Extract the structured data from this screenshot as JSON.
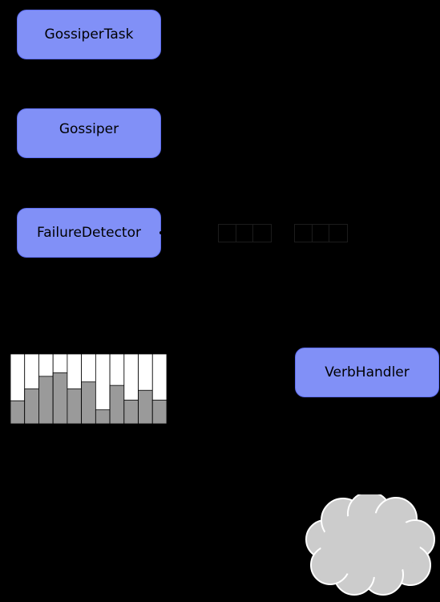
{
  "nodes": {
    "gossiper_task": "GossiperTask",
    "gossiper": "Gossiper",
    "failure_detector": "FailureDetector",
    "verb_handler": "VerbHandler"
  },
  "colors": {
    "background": "#000000",
    "node_fill": "#8190f7",
    "histogram_bar": "#9a9a9a",
    "histogram_background": "#ffffff",
    "cloud_fill": "#cccccc"
  },
  "histogram": {
    "bar_levels": [
      0.33,
      0.5,
      0.68,
      0.73,
      0.5,
      0.6,
      0.2,
      0.55,
      0.34,
      0.48,
      0.34
    ]
  },
  "queues": {
    "left_cells": 3,
    "right_cells": 3
  }
}
